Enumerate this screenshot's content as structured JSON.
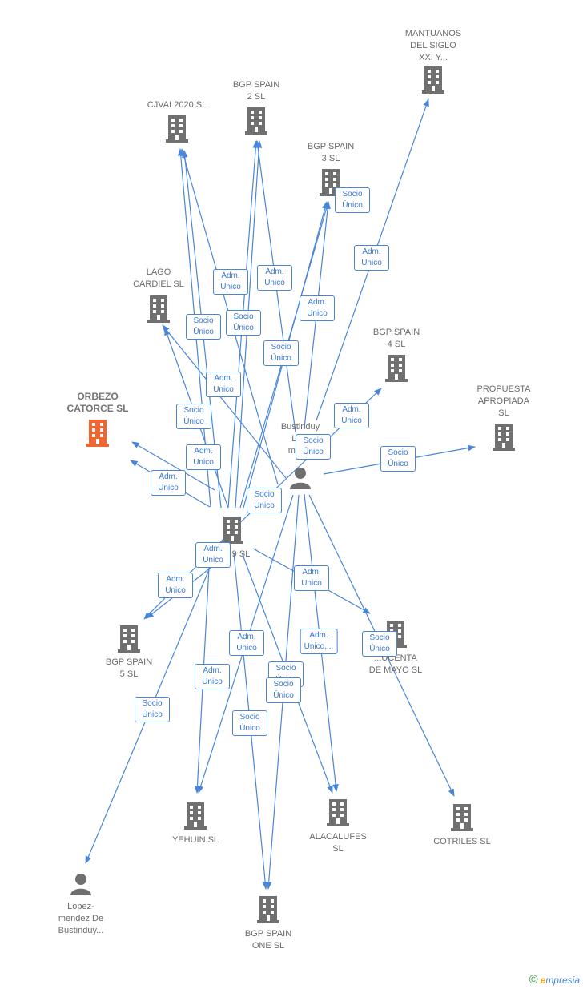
{
  "colors": {
    "edge": "#4a86d8",
    "building": "#707070",
    "highlight": "#f26531",
    "person": "#707070"
  },
  "nodes": [
    {
      "id": "mantuanos",
      "type": "company",
      "lines": [
        "MANTUANOS",
        "DEL SIGLO",
        "XXI Y..."
      ]
    },
    {
      "id": "bgp2",
      "type": "company",
      "lines": [
        "BGP SPAIN",
        "2  SL"
      ]
    },
    {
      "id": "cjval",
      "type": "company",
      "lines": [
        "CJVAL2020  SL"
      ]
    },
    {
      "id": "bgp3",
      "type": "company",
      "lines": [
        "BGP SPAIN",
        "3  SL"
      ]
    },
    {
      "id": "lago",
      "type": "company",
      "lines": [
        "LAGO",
        "CARDIEL  SL"
      ]
    },
    {
      "id": "bgp4",
      "type": "company",
      "lines": [
        "BGP SPAIN",
        "4  SL"
      ]
    },
    {
      "id": "orbezo",
      "type": "company",
      "highlight": true,
      "lines": [
        "ORBEZO",
        "CATORCE  SL"
      ]
    },
    {
      "id": "propuesta",
      "type": "company",
      "lines": [
        "PROPUESTA",
        "APROPIADA",
        "SL"
      ]
    },
    {
      "id": "bustinduy",
      "type": "person",
      "lines": [
        "Bustinduy",
        "Lo...",
        "men..."
      ]
    },
    {
      "id": "center",
      "type": "company",
      "lines": [
        "9  SL"
      ]
    },
    {
      "id": "bgp5",
      "type": "company",
      "lines": [
        "BGP SPAIN",
        "5  SL"
      ]
    },
    {
      "id": "treinta",
      "type": "company",
      "lines": [
        "...UCENTA",
        "DE MAYO  SL"
      ]
    },
    {
      "id": "yehuin",
      "type": "company",
      "lines": [
        "YEHUIN  SL"
      ]
    },
    {
      "id": "alacalufes",
      "type": "company",
      "lines": [
        "ALACALUFES",
        "SL"
      ]
    },
    {
      "id": "cotriles",
      "type": "company",
      "lines": [
        "COTRILES  SL"
      ]
    },
    {
      "id": "lopez",
      "type": "person",
      "lines": [
        "Lopez-",
        "mendez De",
        "Bustinduy..."
      ]
    },
    {
      "id": "bgpone",
      "type": "company",
      "lines": [
        "BGP SPAIN",
        "ONE  SL"
      ]
    }
  ],
  "edge_labels": [
    "Adm.\nUnico",
    "Socio\nÚnico",
    "Adm.\nUnico",
    "Adm.\nUnico",
    "Socio\nÚnico",
    "Adm.\nUnico",
    "Socio\nÚnico",
    "Adm.\nUnico",
    "Socio\nÚnico",
    "Adm.\nUnico",
    "Adm.\nUnico",
    "Socio\nÚnico",
    "Adm.\nUnico",
    "Socio\nÚnico",
    "Socio\nÚnico",
    "Adm.\nUnico",
    "Adm.\nUnico",
    "Adm.\nUnico",
    "Adm.\nUnico",
    "Adm.\nUnico,...",
    "Socio\nÚnico",
    "Socio\nÚnico",
    "Socio\nÚnico",
    "Adm.\nUnico",
    "Socio\nÚnico",
    "Socio\nÚnico",
    "Socio\nÚnico"
  ],
  "footer": {
    "copyright": "©",
    "brand_e": "e",
    "brand_rest": "mpresia"
  }
}
